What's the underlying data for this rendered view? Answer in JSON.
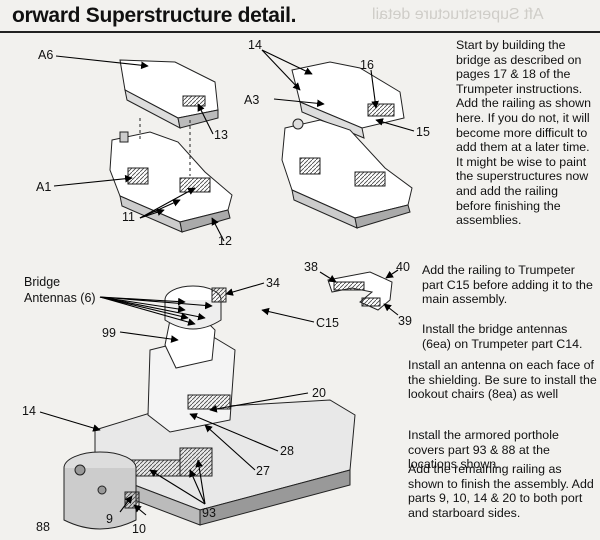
{
  "header": {
    "title": "orward Superstructure detail."
  },
  "instructions": [
    "Start by building the bridge as described on pages 17 & 18 of the Trumpeter instructions. Add the railing as shown here. If you do not, it will become more difficult to add them at a later time. It might be wise to paint the superstructures now and add the railing before finishing the assemblies.",
    "Add the railing to Trumpeter part C15 before adding it to the main assembly.",
    "Install the bridge antennas (6ea) on Trumpeter part C14.",
    "Install an antenna on each face of the shielding. Be sure to install the lookout chairs (8ea) as well",
    "Install the armored porthole covers part 93 & 88 at the locations shown.",
    "Add the remaining railing as shown to finish the assembly. Add parts 9, 10, 14 & 20 to both port and starboard sides."
  ],
  "callouts": {
    "a6": "A6",
    "a1": "A1",
    "a3": "A3",
    "p11": "11",
    "p12": "12",
    "p13": "13",
    "p14_top": "14",
    "p15": "15",
    "p16": "16",
    "bridge_antennas": "Bridge\nAntennas (6)",
    "p34": "34",
    "p99": "99",
    "p20": "20",
    "p28": "28",
    "p27": "27",
    "p93": "93",
    "p14_bottom": "14",
    "p88": "88",
    "p9": "9",
    "p10": "10",
    "p38": "38",
    "p40": "40",
    "c15": "C15",
    "p39": "39"
  }
}
